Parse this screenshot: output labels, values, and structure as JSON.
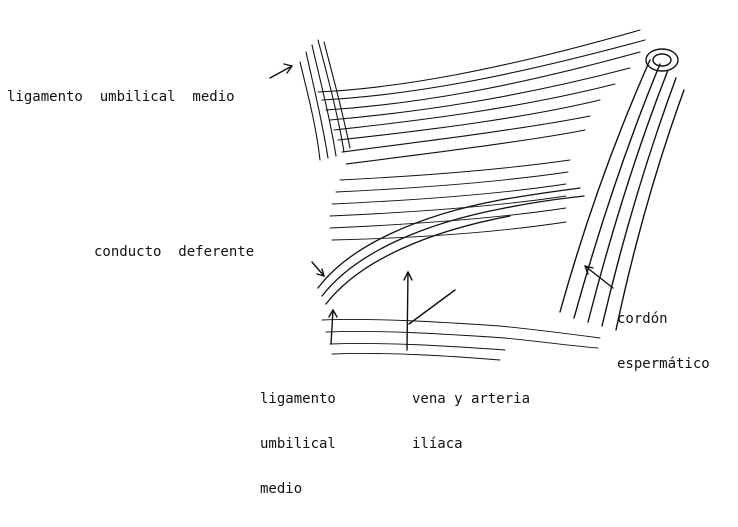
{
  "colors": {
    "ink": "#111111",
    "background": "#ffffff"
  },
  "labels": {
    "umbilical_top": "ligamento  umbilical  medio",
    "deferente": "conducto  deferente",
    "cordon": [
      "cordón",
      "espermático"
    ],
    "umbilical_bottom": [
      "ligamento",
      "umbilical",
      "medio"
    ],
    "vena": [
      "vena y arteria",
      "ilíaca"
    ]
  }
}
